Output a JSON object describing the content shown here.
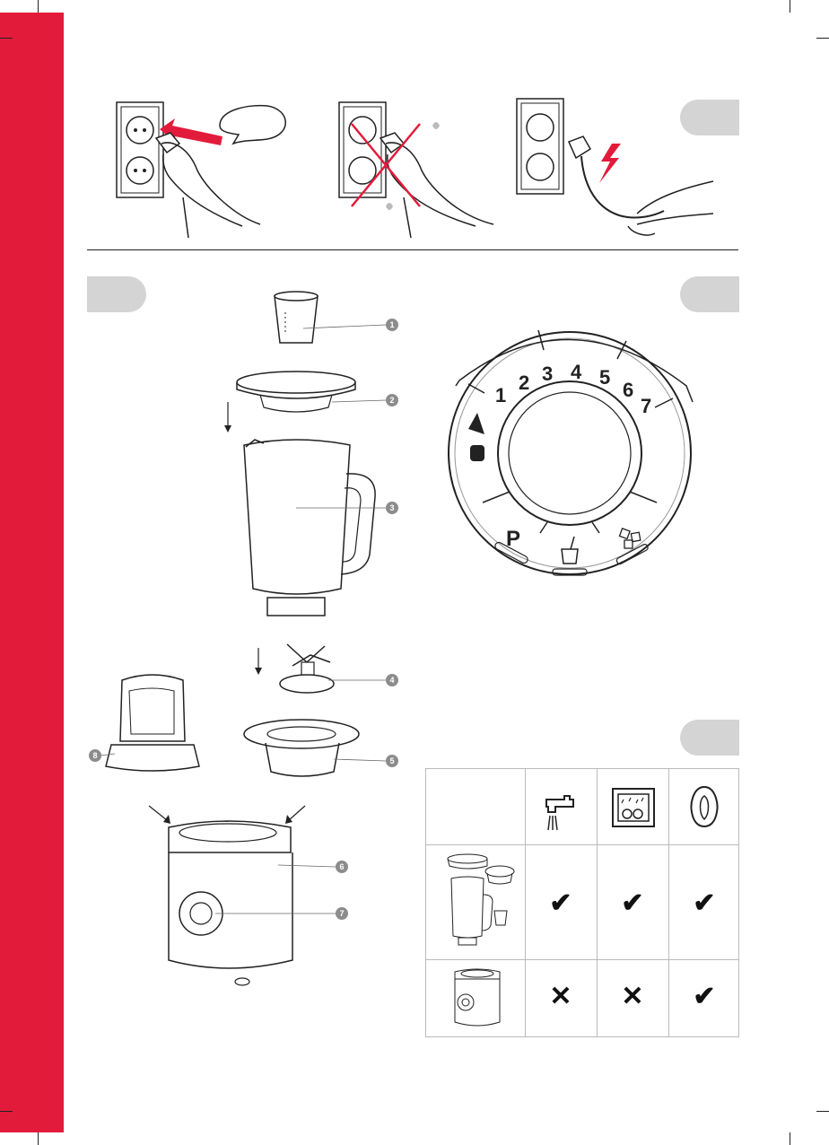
{
  "callouts": [
    "1",
    "2",
    "3",
    "4",
    "5",
    "6",
    "7",
    "8"
  ],
  "dial": {
    "speeds": [
      "1",
      "2",
      "3",
      "4",
      "5",
      "6",
      "7"
    ],
    "pulse": "P",
    "program_icons": [
      "smoothie-icon",
      "ice-crush-icon"
    ],
    "start_stop_icon": "play-stop-icon"
  },
  "cleaning_table": {
    "columns": [
      "tap-water-icon",
      "dishwasher-icon",
      "cloth-wipe-icon"
    ],
    "rows": [
      {
        "image": "blender-accessories-image",
        "marks": [
          "✔",
          "✔",
          "✔"
        ]
      },
      {
        "image": "motor-base-image",
        "marks": [
          "✕",
          "✕",
          "✔"
        ]
      }
    ]
  },
  "colors": {
    "accent": "#e31b3b",
    "badge": "#d4d4d4",
    "callout": "#8c8c8c"
  }
}
